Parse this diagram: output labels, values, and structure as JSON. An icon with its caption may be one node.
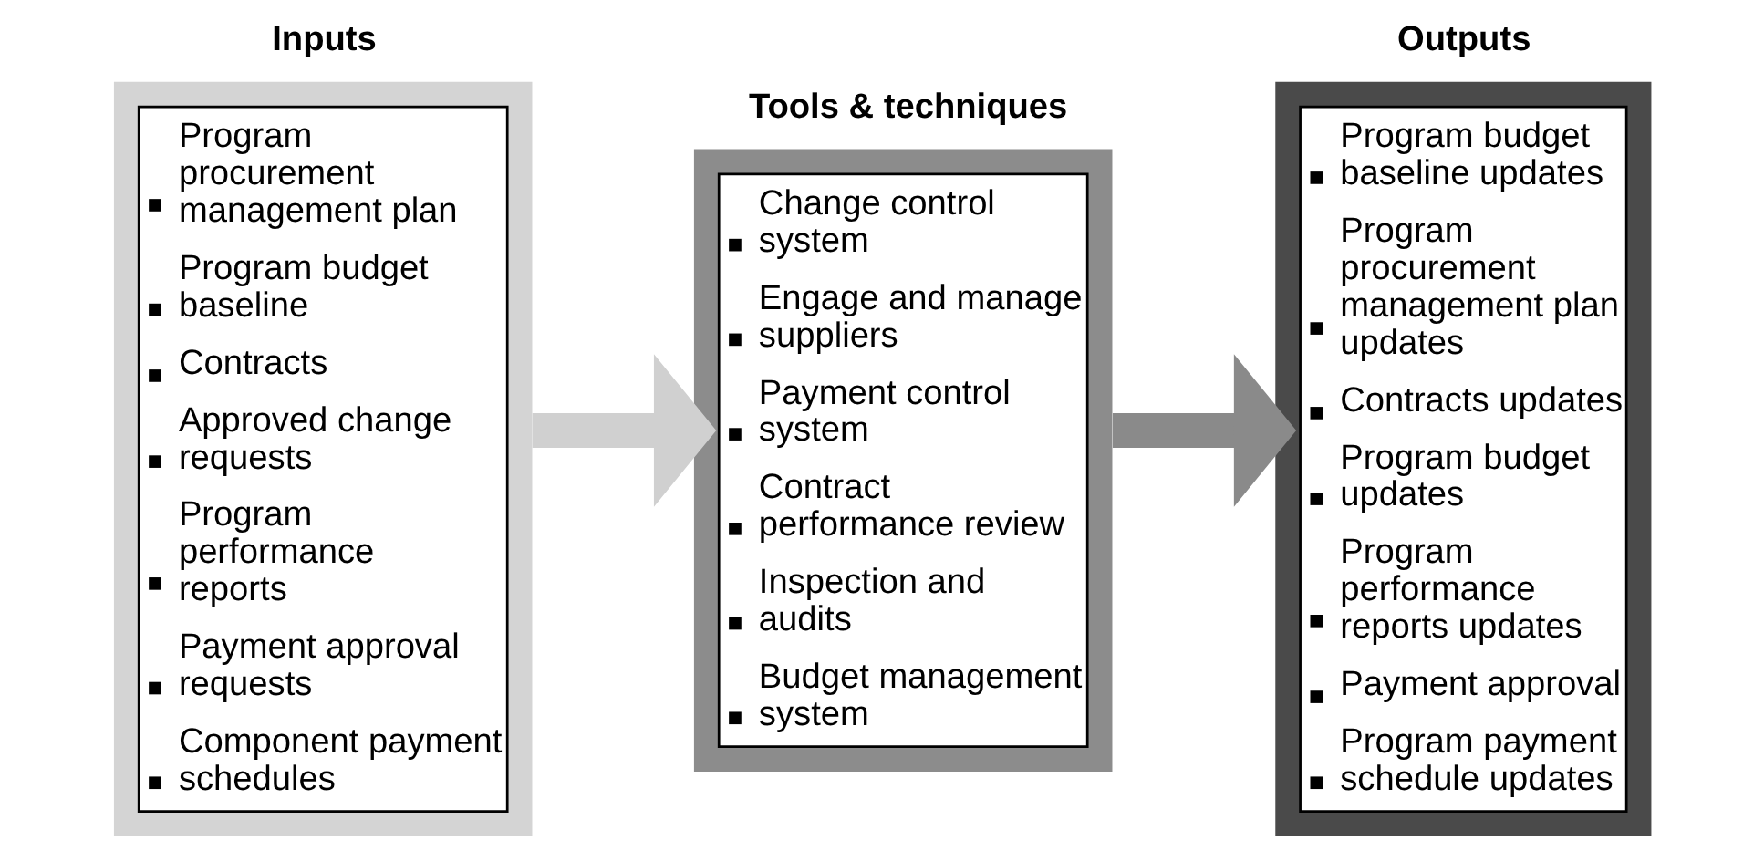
{
  "diagram": {
    "nodes": [
      {
        "text": [
          "Inputs",
          "Program procurement management plan",
          "Program budget baseline",
          "Contracts",
          "Approved change requests",
          "Program performance reports",
          "Payment approval requests",
          "Component payment schedules"
        ]
      },
      {
        "text": [
          "Tools & techniques",
          "Change control system",
          "Engage and manage suppliers",
          "Payment control system",
          "Contract performance review",
          "Inspection and audits",
          "Budget management system"
        ]
      },
      {
        "text": [
          "Outputs",
          "Program budget baseline updates",
          "Program procurement management plan updates",
          "Contracts updates",
          "Program budget updates",
          "Program performance reports updates",
          "Payment approval",
          "Program payment schedule updates"
        ]
      }
    ],
    "edges": [
      {
        "from": 0,
        "to": 1,
        "arrow": "to"
      },
      {
        "from": 1,
        "to": 2,
        "arrow": "to"
      }
    ]
  }
}
